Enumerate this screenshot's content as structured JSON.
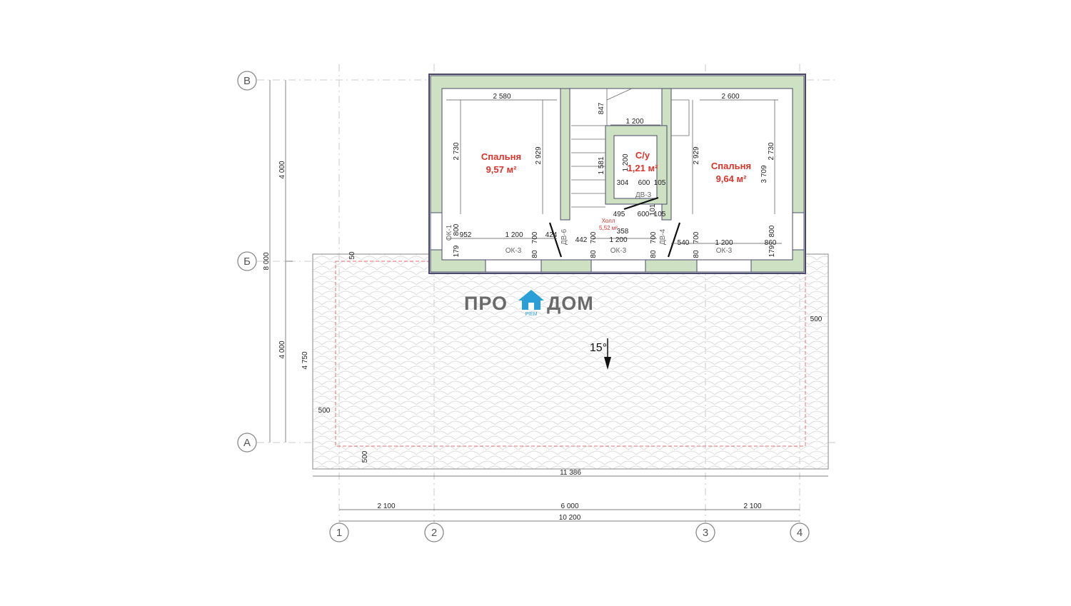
{
  "logo": {
    "text_left": "ПРО",
    "text_right": "ДОМ",
    "sub": "PIЕМ",
    "color_house": "#2a9fd8"
  },
  "rooms": [
    {
      "name": "Спальня",
      "area": "9,57 м²"
    },
    {
      "name": "С/у",
      "area": "1,21 м²"
    },
    {
      "name": "Спальня",
      "area": "9,64 м²"
    },
    {
      "name": "Холл",
      "area": "5,52 м²"
    }
  ],
  "roof": {
    "slope": "15°"
  },
  "axes": {
    "rows": [
      "В",
      "Б",
      "А"
    ],
    "cols": [
      "1",
      "2",
      "3",
      "4"
    ]
  },
  "dims": {
    "left_4000_top": "4 000",
    "left_8000": "8 000",
    "left_4000_bottom": "4 000",
    "left_4750": "4 750",
    "left_50": "50",
    "bottom_2100_a": "2 100",
    "bottom_6000": "6 000",
    "bottom_2100_b": "2 100",
    "bottom_10200": "10 200",
    "roof_11386": "11 386",
    "roof_500_left": "500",
    "roof_500_bottom": "500",
    "roof_500_right": "500",
    "r1_2580": "2 580",
    "r1_2730": "2 730",
    "r1_2929": "2 929",
    "r1_800": "800",
    "r1_952": "952",
    "r1_1200": "1 200",
    "r1_424": "424",
    "r1_179": "179",
    "r1_80": "80",
    "r1_700": "700",
    "st_847": "847",
    "st_1200": "1 200",
    "st_1581": "1 581",
    "wc_1200": "1 200",
    "wc_304": "304",
    "wc_600": "600",
    "wc_105": "105",
    "wc_101": "101",
    "h_495": "495",
    "h_600": "600",
    "h_105": "105",
    "h_358": "358",
    "h_442": "442",
    "h_1200": "1 200",
    "h_80a": "80",
    "h_700a": "700",
    "h_80b": "80",
    "h_700b": "700",
    "r3_2600": "2 600",
    "r3_2929": "2 929",
    "r3_2730": "2 730",
    "r3_3709": "3 709",
    "r3_540": "540",
    "r3_80": "80",
    "r3_700": "700",
    "r3_1200": "1 200",
    "r3_860": "860",
    "r3_179": "179",
    "r3_800": "800"
  },
  "tags": {
    "ok1": "ОК-1",
    "ok3_a": "ОК-3",
    "ok3_b": "ОК-3",
    "ok3_c": "ОК-3",
    "dv6": "ДВ-6",
    "dv4": "ДВ-4",
    "dv3": "ДВ-3"
  },
  "colors": {
    "wall_fill": "#cfe1c3",
    "wall_edge": "#4a4a6a",
    "roof_pattern": "#e3e3e3",
    "dash_red": "#e07070"
  }
}
